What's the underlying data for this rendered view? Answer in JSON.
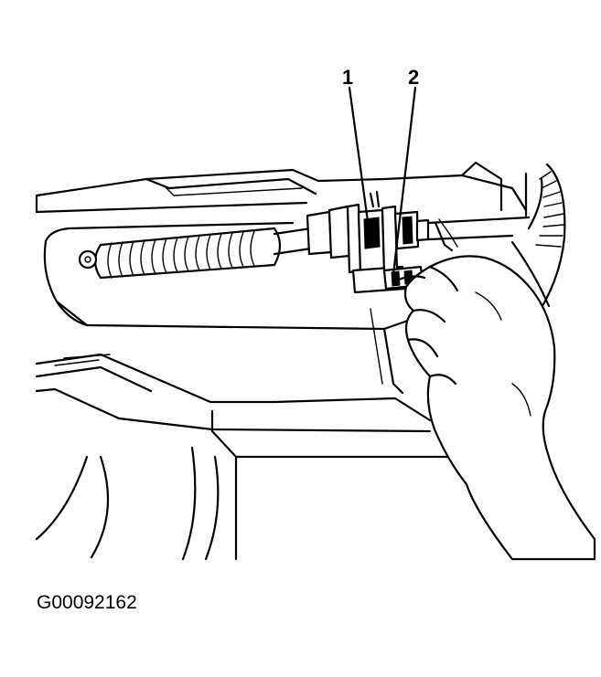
{
  "figure": {
    "callouts": [
      {
        "label": "1"
      },
      {
        "label": "2"
      }
    ],
    "figure_id": "G00092162"
  }
}
